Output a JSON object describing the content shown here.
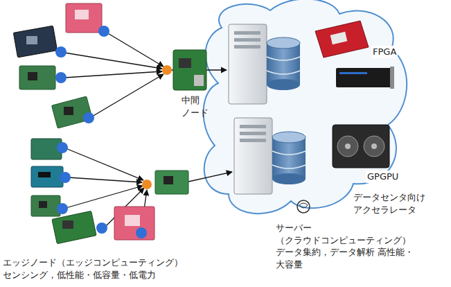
{
  "diagram": {
    "labels": [
      "中間 ノード",
      "FPGA",
      "GPGPU",
      "データセンタ向け アクセラレータ",
      "サーバー （クラウドコンピューティング） データ集約，データ解析 高性能・大容量",
      "エッジノード（エッジコンピューティング） センシング，低性能・低容量・低電力"
    ]
  }
}
